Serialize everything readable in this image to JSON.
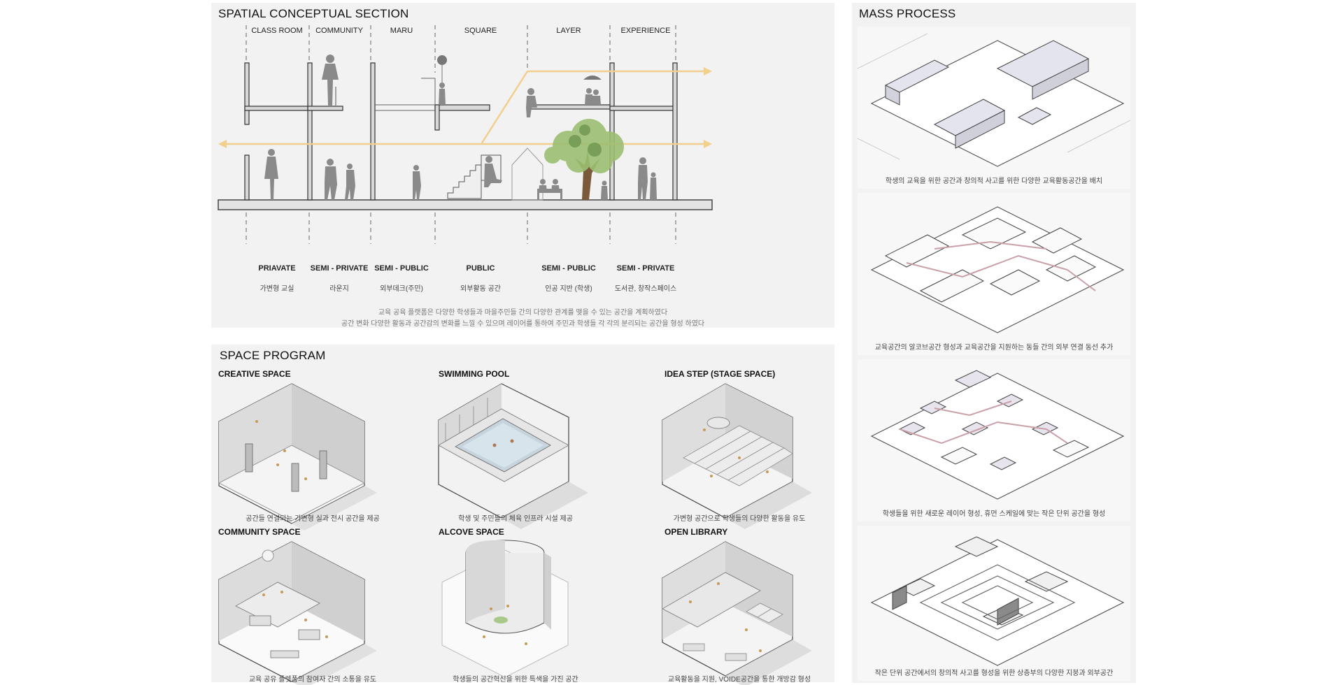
{
  "section": {
    "title": "SPATIAL CONCEPTUAL SECTION",
    "columns": [
      "CLASS ROOM",
      "COMMUNITY",
      "MARU",
      "SQUARE",
      "LAYER",
      "EXPERIENCE"
    ],
    "zones": [
      "PRIAVATE",
      "SEMI - PRIVATE",
      "SEMI - PUBLIC",
      "PUBLIC",
      "SEMI - PUBLIC",
      "SEMI - PRIVATE"
    ],
    "zones_kor": [
      "가변형 교실",
      "라운지",
      "외부데크(주민)",
      "외부활동 공간",
      "인공 지반 (학생)",
      "도서관, 창작스페이스"
    ],
    "notes": [
      "교육 공육 플랫폼은 다양한 학생들과 마을주민들 간의 다양한 관계를 맺을 수 있는 공간을 계획하였다",
      "공간 변화 다양한 활동과 공간감의 변화를 느낄 수 있으며 레이어를 통하여 주민과 학생들 각 각의 분리되는 공간을 형성 하였다"
    ],
    "accent": "#f2cf8c"
  },
  "program": {
    "title": "SPACE PROGRAM",
    "items": [
      {
        "label": "CREATIVE SPACE",
        "caption": "공간들 연결되는 가변형 실과 전시 공간을 제공"
      },
      {
        "label": "SWIMMING POOL",
        "caption": "학생 및 주민들의 체육 인프라 시설 제공"
      },
      {
        "label": "IDEA STEP (STAGE SPACE)",
        "caption": "가변형 공간으로 학생들의 다양한 활동을 유도"
      },
      {
        "label": "COMMUNITY SPACE",
        "caption": "교육 공유 플렛폼의 참여자 간의 소통을 유도"
      },
      {
        "label": "ALCOVE SPACE",
        "caption": "학생들의 공간혁신을 위한 특색을 가진 공간"
      },
      {
        "label": "OPEN LIBRARY",
        "caption": "교육활동을 지원, VOIDE공간을 통한 개방감 형성"
      }
    ]
  },
  "mass": {
    "title": "MASS PROCESS",
    "steps": [
      "학생의 교육을 위한 공간과 창의적 사고를 위한 다양한 교육활동공간을 배치",
      "교육공간의 알코브공간 형성과 교육공간을 지원하는 동들 간의 외부 연결 동선 추가",
      "학생들을 위한 새로운 레이어 형성, 휴먼 스케일에 맞는 작은 단위 공간을 형성",
      "작은 단위 공간에서의 창의적 사고를 형성을 위한 상층부의 다양한 지붕과 외부공간"
    ]
  }
}
